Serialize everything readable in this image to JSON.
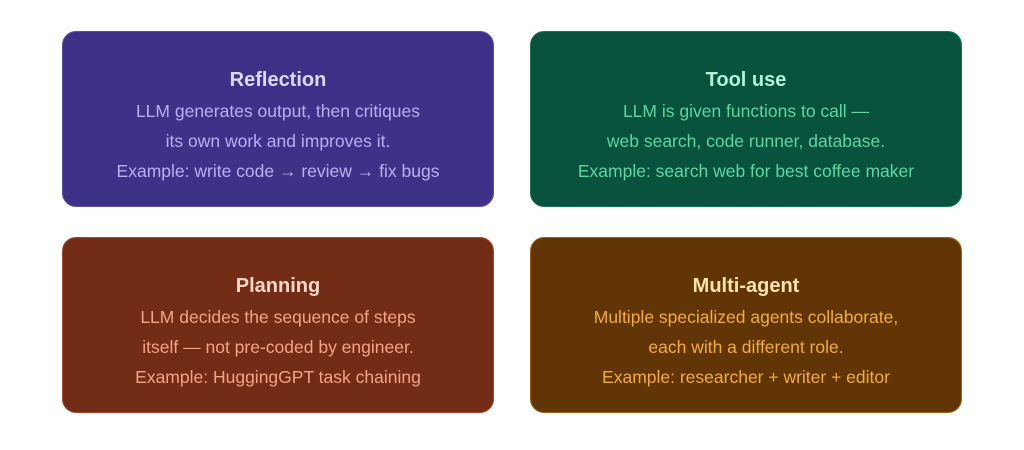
{
  "cards": [
    {
      "title": "Reflection",
      "lines": [
        "LLM generates output, then critiques",
        "its own work and improves it.",
        "Example: write code → review → fix bugs"
      ],
      "colors": {
        "background": "#3e3288",
        "title": "#dcd8ff",
        "text": "#b6b0f2"
      }
    },
    {
      "title": "Tool use",
      "lines": [
        "LLM is given functions to call —",
        "web search, code runner, database.",
        "Example: search web for best coffee maker"
      ],
      "colors": {
        "background": "#08523e",
        "title": "#b2f2d6",
        "text": "#5ed6a2"
      }
    },
    {
      "title": "Planning",
      "lines": [
        "LLM decides the sequence of steps",
        "itself — not pre-coded by engineer.",
        "Example: HuggingGPT task chaining"
      ],
      "colors": {
        "background": "#732c15",
        "title": "#fbd7c8",
        "text": "#f2a486"
      }
    },
    {
      "title": "Multi-agent",
      "lines": [
        "Multiple specialized agents collaborate,",
        "each with a different role.",
        "Example: researcher + writer + editor"
      ],
      "colors": {
        "background": "#623507",
        "title": "#fbe2b0",
        "text": "#f2ad36"
      }
    }
  ]
}
